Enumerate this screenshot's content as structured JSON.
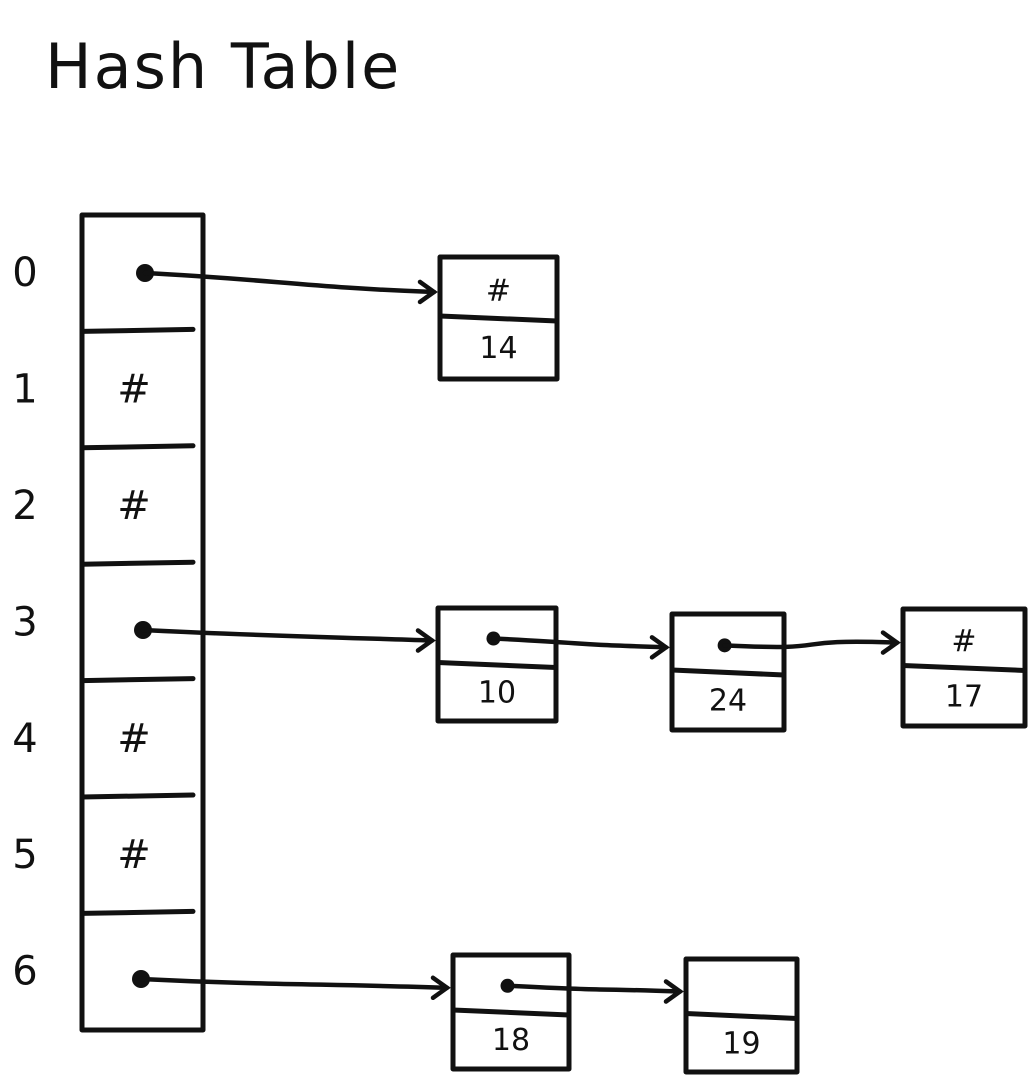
{
  "title": "Hash Table",
  "table": {
    "slots": [
      {
        "index": "0",
        "content": "",
        "points_to": "chain-0"
      },
      {
        "index": "1",
        "content": "#",
        "points_to": null
      },
      {
        "index": "2",
        "content": "#",
        "points_to": null
      },
      {
        "index": "3",
        "content": "",
        "points_to": "chain-3"
      },
      {
        "index": "4",
        "content": "#",
        "points_to": null
      },
      {
        "index": "5",
        "content": "#",
        "points_to": null
      },
      {
        "index": "6",
        "content": "",
        "points_to": "chain-6"
      }
    ]
  },
  "chains": [
    {
      "slot": 0,
      "nodes": [
        {
          "next": "#",
          "value": "14"
        }
      ]
    },
    {
      "slot": 3,
      "nodes": [
        {
          "next": "",
          "value": "10"
        },
        {
          "next": "",
          "value": "24"
        },
        {
          "next": "#",
          "value": "17"
        }
      ]
    },
    {
      "slot": 6,
      "nodes": [
        {
          "next": "",
          "value": "18"
        },
        {
          "next": "",
          "value": "19"
        }
      ]
    }
  ],
  "colors": {
    "ink": "#111111",
    "paper": "#ffffff"
  }
}
